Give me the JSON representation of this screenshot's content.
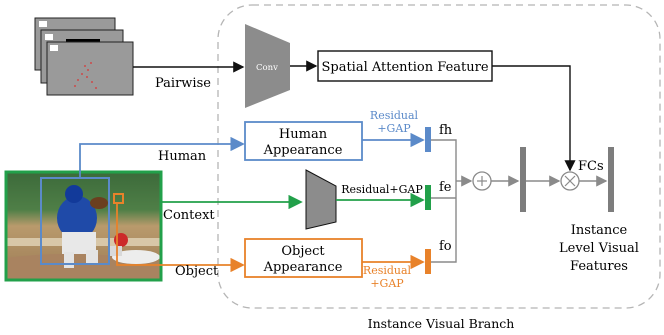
{
  "branch": {
    "title": "Instance Visual Branch"
  },
  "inputs": {
    "pairwise_label": "Pairwise",
    "human_label": "Human",
    "context_label": "Context",
    "object_label": "Object"
  },
  "blocks": {
    "conv_label": "Conv",
    "spatial_feature": "Spatial Attention Feature",
    "human_appearance": [
      "Human",
      "Appearance"
    ],
    "object_appearance": [
      "Object",
      "Appearance"
    ]
  },
  "pooling": {
    "human": [
      "Residual",
      "+GAP"
    ],
    "context": "Residual+GAP",
    "object": [
      "Residual",
      "+GAP"
    ]
  },
  "features": {
    "human": "fh",
    "context": "fe",
    "object": "fo"
  },
  "operators": {
    "fcs_label": "FCs"
  },
  "output": {
    "label": [
      "Instance",
      "Level Visual",
      "Features"
    ]
  },
  "colors": {
    "human": "#5b8ac9",
    "context": "#22a04a",
    "object": "#e8822a",
    "gray_block": "#8c8c8c",
    "dashed_border": "#b5b5b5",
    "dark_bar": "#7d7d7d"
  }
}
